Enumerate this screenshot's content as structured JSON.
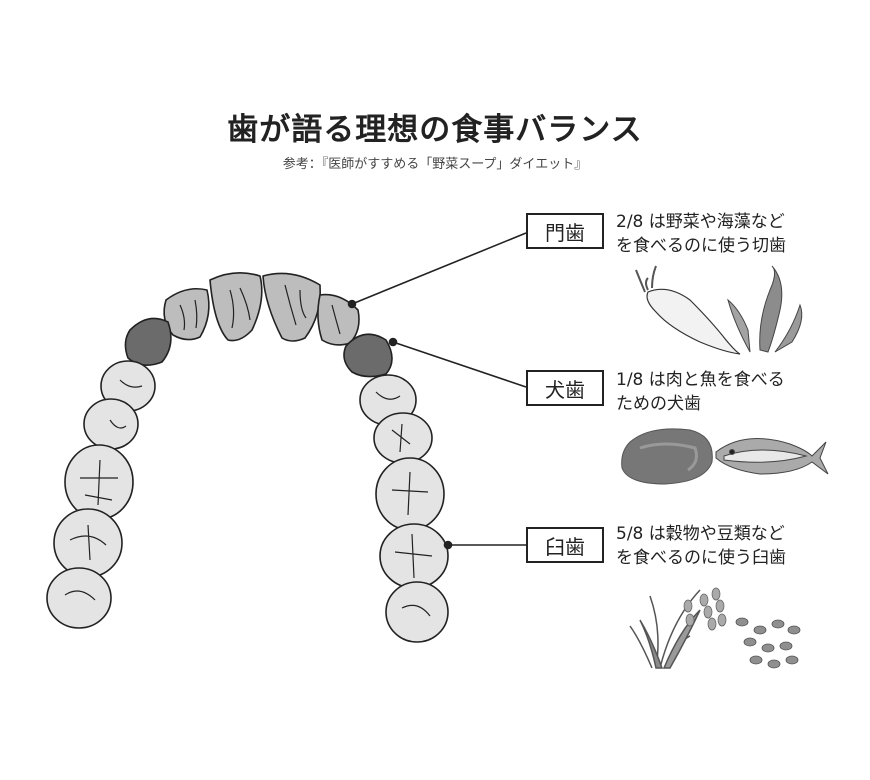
{
  "title": "歯が語る理想の食事バランス",
  "subtitle": "参考：『医師がすすめる「野菜スープ」ダイエット』",
  "categories": [
    {
      "key": "incisor",
      "label": "門歯",
      "description_line1": "2/8 は野菜や海藻など",
      "description_line2": "を食べるのに使う切歯",
      "fraction": 0.25,
      "illustrations": [
        "daikon-radish",
        "seaweed"
      ]
    },
    {
      "key": "canine",
      "label": "犬歯",
      "description_line1": "1/8 は肉と魚を食べる",
      "description_line2": "ための犬歯",
      "fraction": 0.125,
      "illustrations": [
        "meat",
        "fish"
      ]
    },
    {
      "key": "molar",
      "label": "臼歯",
      "description_line1": "5/8 は穀物や豆類など",
      "description_line2": "を食べるのに使う臼歯",
      "fraction": 0.625,
      "illustrations": [
        "rice-plant",
        "beans"
      ]
    }
  ],
  "colors": {
    "incisor_fill": "#bdbdbd",
    "canine_fill": "#6b6b6b",
    "molar_fill": "#e4e4e4",
    "outline": "#222222"
  }
}
